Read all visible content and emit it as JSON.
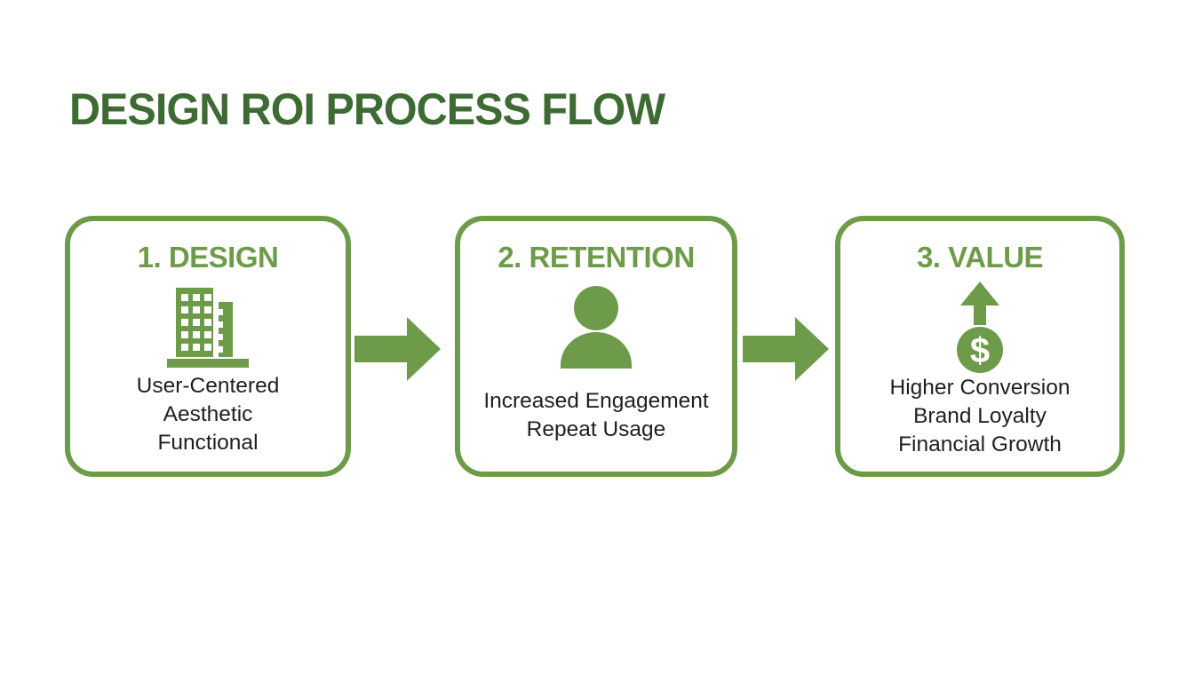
{
  "title": "DESIGN ROI PROCESS FLOW",
  "colors": {
    "title_green": "#3e6b34",
    "accent_green": "#6e9b4a",
    "body_text": "#1f1f1f",
    "background": "#ffffff"
  },
  "steps": [
    {
      "label": "1. DESIGN",
      "icon": "building-icon",
      "lines": [
        "User-Centered",
        "Aesthetic",
        "Functional"
      ]
    },
    {
      "label": "2. RETENTION",
      "icon": "person-icon",
      "lines": [
        "Increased Engagement",
        "Repeat Usage"
      ]
    },
    {
      "label": "3. VALUE",
      "icon": "dollar-growth-icon",
      "lines": [
        "Higher Conversion",
        "Brand Loyalty",
        "Financial Growth"
      ]
    }
  ],
  "connectors": [
    {
      "icon": "arrow-right-icon"
    },
    {
      "icon": "arrow-right-icon"
    }
  ]
}
